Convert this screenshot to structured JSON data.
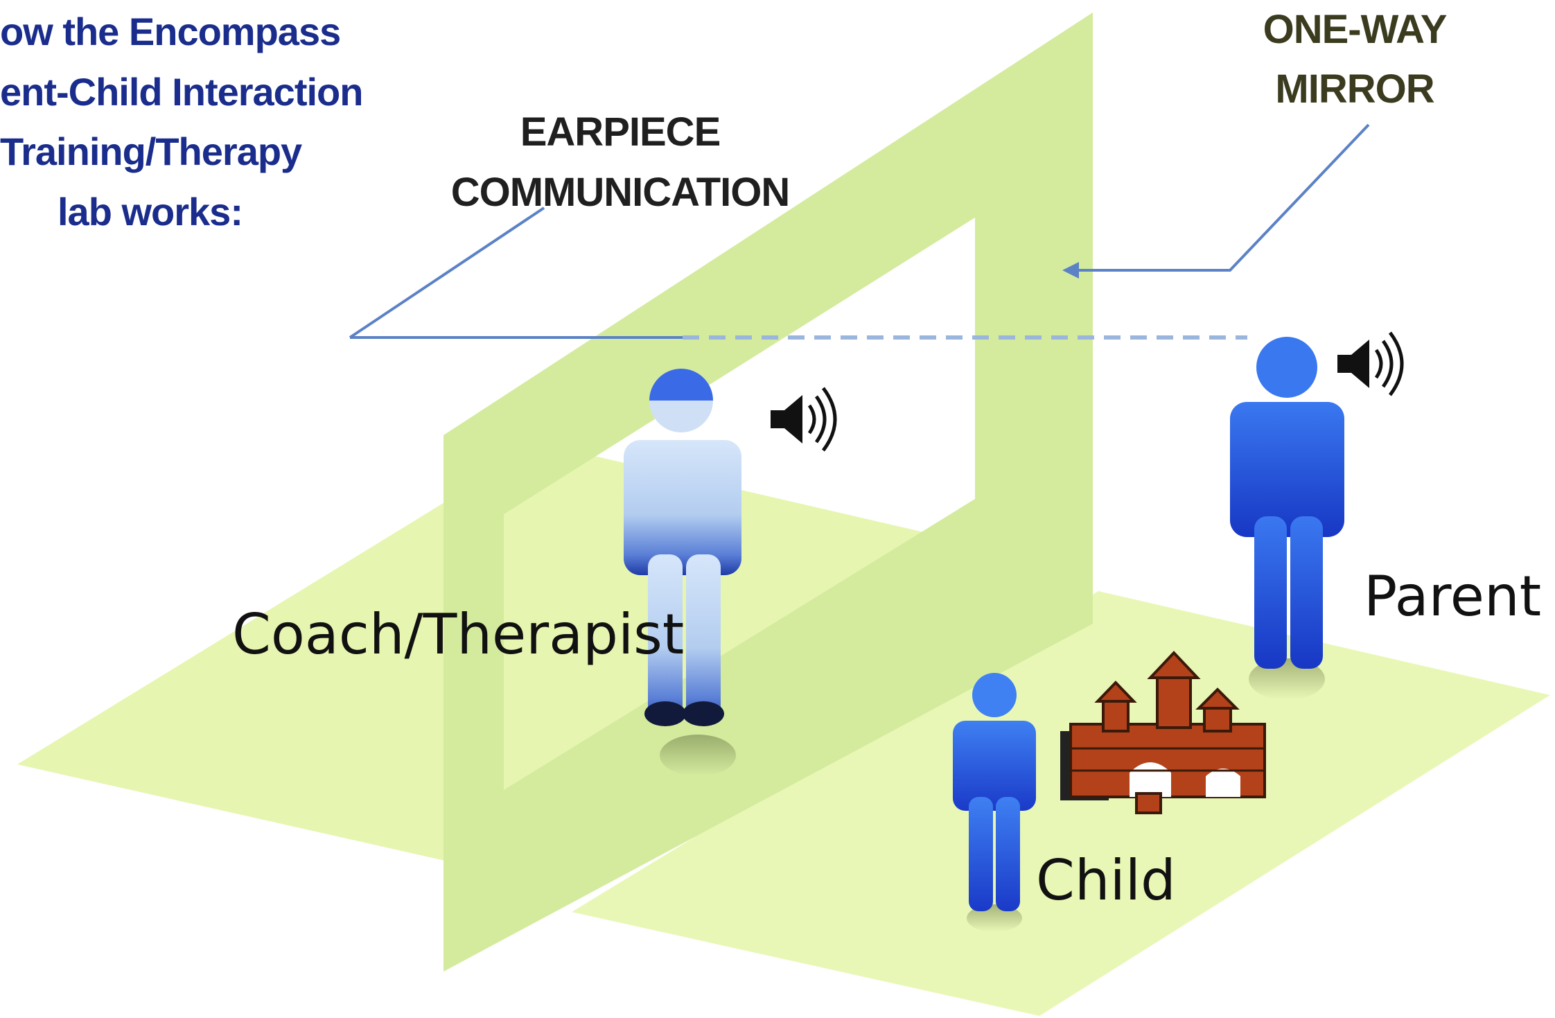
{
  "heading": {
    "lines": [
      "ow the Encompass",
      "ent-Child Interaction",
      "Training/Therapy",
      "lab works:"
    ]
  },
  "callouts": {
    "earpiece": [
      "EARPIECE",
      "COMMUNICATION"
    ],
    "mirror": [
      "ONE-WAY",
      "MIRROR"
    ]
  },
  "roles": {
    "coach": "Coach/Therapist",
    "parent": "Parent",
    "child": "Child"
  },
  "colors": {
    "floor": "#e6f5b0",
    "mirror_frame": "#d4eb9e",
    "heading_text": "#1a2d8c",
    "mirror_label": "#3b3b1f",
    "earpiece_label": "#1f1f1f",
    "line": "#5b82c6",
    "person_blue": "#2a5ce8",
    "coach_light": "#b9d3f2",
    "blocks": "#b3411a"
  },
  "icons": [
    "speaker-icon",
    "block-castle-icon",
    "person-icon"
  ]
}
